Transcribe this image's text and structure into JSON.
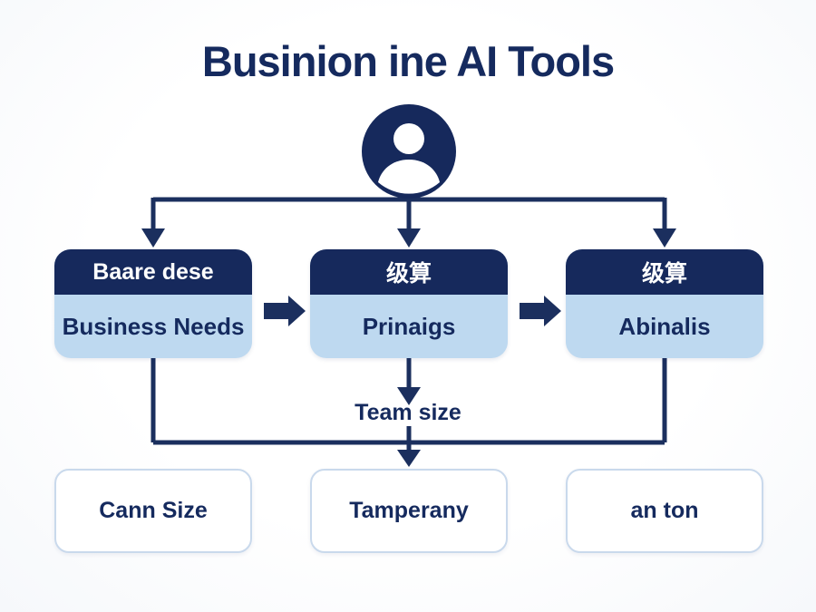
{
  "title": "Businion ine AI Tools",
  "colors": {
    "navy": "#1b2f5e",
    "header_navy": "#16295c",
    "light_blue": "#bed9f0",
    "box_border": "#c9d9ec",
    "text_navy": "#152a5e",
    "background": "#fdfdfe"
  },
  "icons": {
    "person": "user-icon",
    "stage_arrow": "arrow-right-icon",
    "down_arrow": "arrow-down-icon"
  },
  "flow": {
    "stages": [
      {
        "header": "Baare dese",
        "label": "Business Needs"
      },
      {
        "header": "级算",
        "label": "Prinaigs"
      },
      {
        "header": "级算",
        "label": "Abinalis"
      }
    ],
    "mid_label": "Team size",
    "outputs": [
      {
        "label": "Cann Size"
      },
      {
        "label": "Tamperany"
      },
      {
        "label": "an ton"
      }
    ]
  }
}
